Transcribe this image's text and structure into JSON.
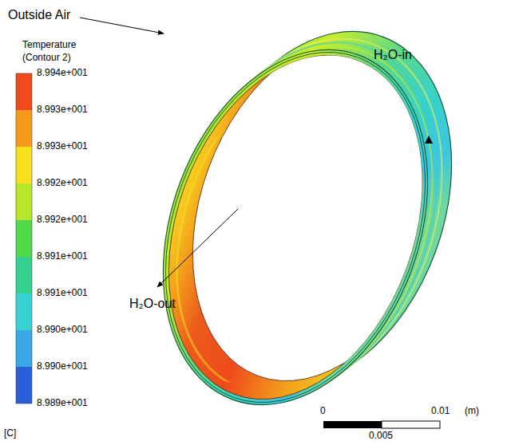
{
  "diagram": {
    "labels": [
      "Outside Air",
      "Temperature",
      "(Contour 2)",
      "8.994e+001",
      "8.993e+001",
      "8.993e+001",
      "8.992e+001",
      "8.992e+001",
      "8.991e+001",
      "8.991e+001",
      "8.990e+001",
      "8.990e+001",
      "8.989e+001",
      "[C]",
      "H₂O-in",
      "H₂O-out",
      "0",
      "0.01",
      "(m)",
      "0.005"
    ]
  }
}
